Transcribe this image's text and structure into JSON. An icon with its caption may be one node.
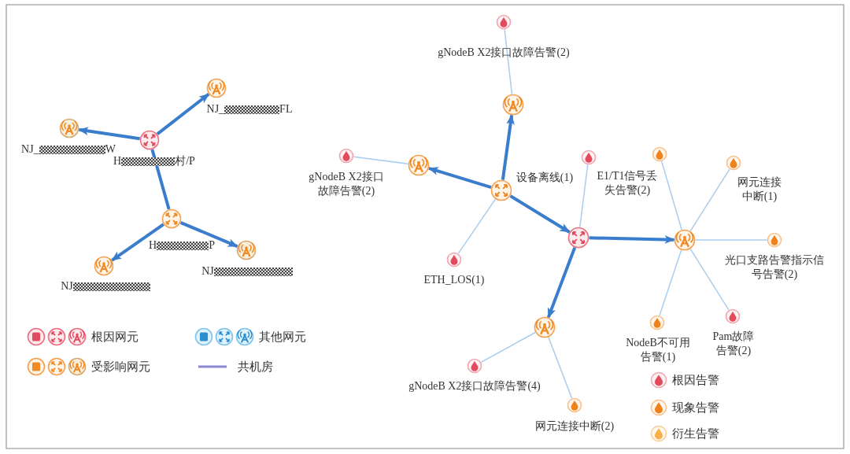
{
  "diagram": {
    "nodes": [
      {
        "text": [
          "H",
          "村/P"
        ]
      },
      {
        "text": [
          "NJ_",
          "FL"
        ]
      },
      {
        "text": [
          "NJ_",
          "W"
        ]
      },
      {
        "text": [
          "H",
          "P"
        ]
      },
      {
        "text": [
          "NJ"
        ]
      },
      {
        "text": [
          "NJ"
        ]
      },
      {
        "text": [],
        "shape": "circle"
      },
      {
        "text": [],
        "shape": "circle"
      },
      {
        "text": [
          "gNodeB X2接口故障告警(2)"
        ]
      },
      {
        "text": [],
        "shape": "circle"
      },
      {
        "text": [
          "gNodeB X2接口故障告警(2)"
        ]
      },
      {
        "text": [
          "ETH_LOS(1)"
        ]
      },
      {
        "text": [],
        "shape": "circle"
      },
      {
        "text": [
          "设备离线(1)"
        ]
      },
      {
        "text": [],
        "shape": "circle"
      },
      {
        "text": [
          "E1/T1信号丢失告警(2)"
        ]
      },
      {
        "text": [
          "网元连接中断(1)"
        ]
      },
      {
        "text": [
          "光口支路告警指示信号告警(2)"
        ]
      },
      {
        "text": [
          "Pam故障告警(2)"
        ]
      },
      {
        "text": [
          "NodeB不可用告警(1)"
        ]
      },
      {
        "text": [],
        "shape": "circle"
      },
      {
        "text": [
          "gNodeB X2接口故障告警(4)"
        ]
      },
      {
        "text": [
          "网元连接中断(2)"
        ]
      }
    ],
    "edges": [
      {
        "from": 0,
        "to": 1,
        "arrow": "to",
        "style": "thick",
        "color": "#3a7dcc"
      },
      {
        "from": 0,
        "to": 2,
        "arrow": "to",
        "style": "thick",
        "color": "#3a7dcc"
      },
      {
        "from": 0,
        "to": 3,
        "arrow": "none",
        "style": "thick",
        "color": "#3a7dcc"
      },
      {
        "from": 3,
        "to": 4,
        "arrow": "to",
        "style": "thick",
        "color": "#3a7dcc"
      },
      {
        "from": 3,
        "to": 5,
        "arrow": "to",
        "style": "thick",
        "color": "#3a7dcc"
      },
      {
        "from": 6,
        "to": 7,
        "arrow": "to",
        "style": "thick",
        "color": "#3a7dcc"
      },
      {
        "from": 6,
        "to": 9,
        "arrow": "to",
        "style": "thick",
        "color": "#3a7dcc"
      },
      {
        "from": 6,
        "to": 12,
        "arrow": "to",
        "style": "thick",
        "color": "#3a7dcc"
      },
      {
        "from": 12,
        "to": 14,
        "arrow": "to",
        "style": "thick",
        "color": "#3a7dcc"
      },
      {
        "from": 12,
        "to": 20,
        "arrow": "to",
        "style": "thick",
        "color": "#3a7dcc"
      },
      {
        "from": 7,
        "to": 8,
        "arrow": "none"
      },
      {
        "from": 9,
        "to": 10,
        "arrow": "none"
      },
      {
        "from": 6,
        "to": 11,
        "arrow": "none"
      },
      {
        "from": 12,
        "to": 13,
        "arrow": "none"
      },
      {
        "from": 14,
        "to": 15,
        "arrow": "none"
      },
      {
        "from": 14,
        "to": 16,
        "arrow": "none"
      },
      {
        "from": 14,
        "to": 17,
        "arrow": "none"
      },
      {
        "from": 14,
        "to": 18,
        "arrow": "none"
      },
      {
        "from": 14,
        "to": 19,
        "arrow": "none"
      },
      {
        "from": 20,
        "to": 21,
        "arrow": "none"
      },
      {
        "from": 20,
        "to": 22,
        "arrow": "none"
      }
    ],
    "legend": [
      {
        "text": "根因网元"
      },
      {
        "text": "其他网元"
      },
      {
        "text": "受影响网元"
      },
      {
        "text": "共机房"
      },
      {
        "text": "根因告警"
      },
      {
        "text": "现象告警"
      },
      {
        "text": "衍生告警"
      }
    ]
  }
}
